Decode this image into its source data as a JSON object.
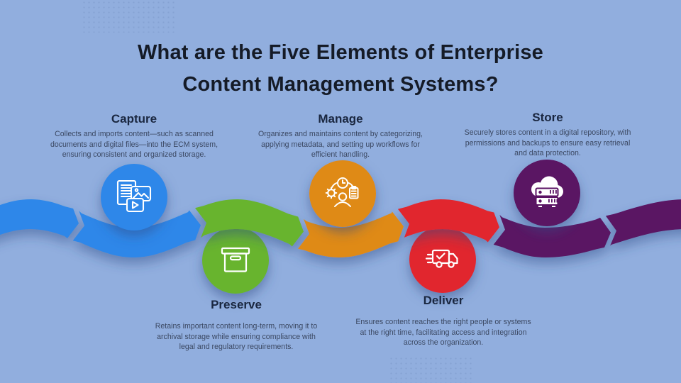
{
  "page": {
    "background": "#91aede"
  },
  "title": {
    "line1": "What are the Five Elements of Enterprise",
    "line2": "Content Management Systems?"
  },
  "sections": [
    {
      "id": "capture",
      "heading": "Capture",
      "description": "Collects and imports content—such as scanned documents and digital files—into the ECM system, ensuring consistent and organized storage.",
      "color": "#2e87e9",
      "icon": "media-files-icon"
    },
    {
      "id": "manage",
      "heading": "Manage",
      "description": "Organizes and maintains content by categorizing, applying metadata, and setting up workflows for efficient handling.",
      "color": "#df8a12",
      "icon": "person-workflow-icon"
    },
    {
      "id": "store",
      "heading": "Store",
      "description": "Securely stores content in a digital repository, with permissions and backups to ensure easy retrieval and data protection.",
      "color": "#5a1263",
      "icon": "cloud-server-icon"
    },
    {
      "id": "preserve",
      "heading": "Preserve",
      "description": "Retains important content long-term, moving it to archival storage while ensuring compliance with legal and regulatory requirements.",
      "color": "#68b42d",
      "icon": "archive-box-icon"
    },
    {
      "id": "deliver",
      "heading": "Deliver",
      "description": "Ensures content reaches the right people or systems at the right time, facilitating access and integration across the organization.",
      "color": "#e1282e",
      "icon": "delivery-truck-icon"
    }
  ],
  "ribbon": {
    "segments": [
      {
        "color": "#2e87e9",
        "from": -30,
        "to": 99
      },
      {
        "color": "#2e87e9",
        "from": 107,
        "to": 271
      },
      {
        "color": "#68b42d",
        "from": 279,
        "to": 416
      },
      {
        "color": "#df8a12",
        "from": 424,
        "to": 557
      },
      {
        "color": "#e1282e",
        "from": 565,
        "to": 692
      },
      {
        "color": "#5a1263",
        "from": 700,
        "to": 849
      },
      {
        "color": "#5a1263",
        "from": 857,
        "to": 990
      }
    ]
  }
}
